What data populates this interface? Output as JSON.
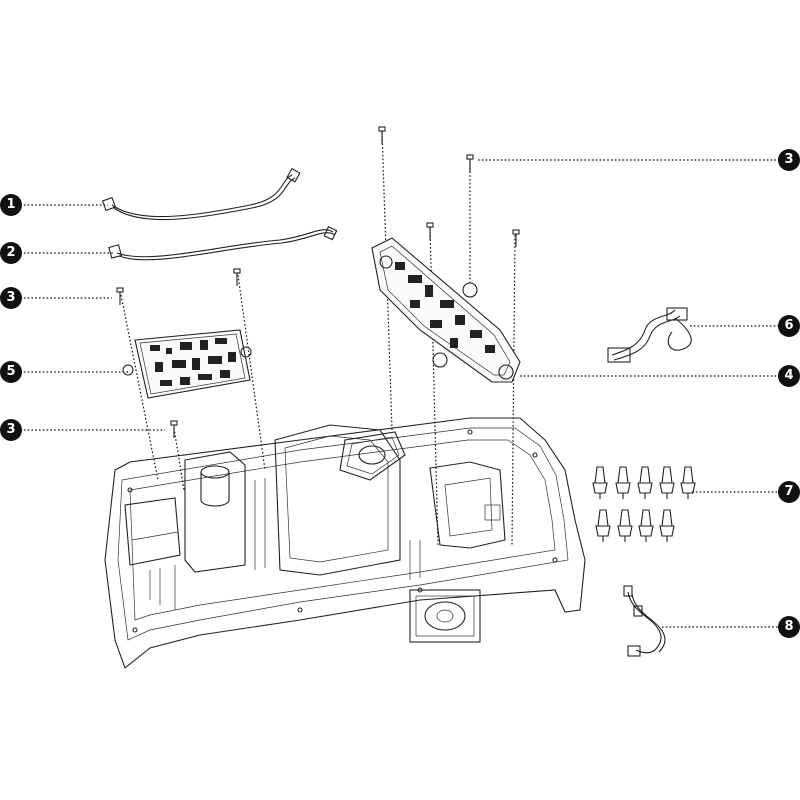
{
  "diagram": {
    "accent_color": "#111111",
    "callouts": [
      {
        "id": "c1",
        "label": "1"
      },
      {
        "id": "c2",
        "label": "2"
      },
      {
        "id": "c3a",
        "label": "3"
      },
      {
        "id": "c5",
        "label": "5"
      },
      {
        "id": "c3b",
        "label": "3"
      },
      {
        "id": "c3c",
        "label": "3"
      },
      {
        "id": "c6",
        "label": "6"
      },
      {
        "id": "c4",
        "label": "4"
      },
      {
        "id": "c7",
        "label": "7"
      },
      {
        "id": "c8",
        "label": "8"
      }
    ]
  }
}
